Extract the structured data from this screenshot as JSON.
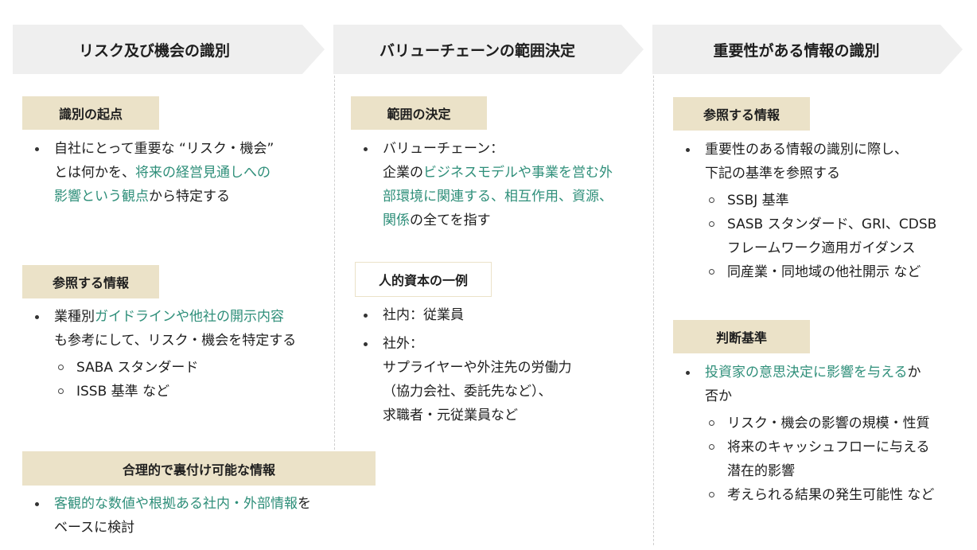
{
  "steps": [
    "リスク及び機会の識別",
    "バリューチェーンの範囲決定",
    "重要性がある情報の識別"
  ],
  "col1": {
    "tag1": "識別の起点",
    "b1": {
      "l1": "自社にとって重要な “リスク・機会”",
      "l2a": "とは何かを、",
      "l2b": "将来の経営見通しへの",
      "l3a": "影響という観点",
      "l3b": "から特定する"
    },
    "tag2": "参照する情報",
    "b2": {
      "l1a": "業種別",
      "l1b": "ガイドラインや他社の開示内容",
      "l2": "も参考にして、リスク・機会を特定する"
    },
    "subs": [
      "SABA スタンダード",
      "ISSB 基準 など"
    ],
    "tag3": "合理的で裏付け可能な情報",
    "b3": {
      "l1a": "客観的な数値や根拠ある社内・外部情報",
      "l1b": "を",
      "l2": "ベースに検討"
    }
  },
  "col2": {
    "tag1": "範囲の決定",
    "b1": {
      "l1": "バリューチェーン：",
      "l2a": "企業の",
      "l2b": "ビジネスモデルや事業を営む外",
      "l3": "部環境に関連する、相互作用、資源、",
      "l4a": "関係",
      "l4b": "の全てを指す"
    },
    "tag2": "人的資本の一例",
    "b2": "社内：従業員",
    "b3": {
      "l1": "社外：",
      "l2": "サプライヤーや外注先の労働力",
      "l3": "（協力会社、委託先など）、",
      "l4": "求職者・元従業員など"
    }
  },
  "col3": {
    "tag1": "参照する情報",
    "b1": {
      "l1": "重要性のある情報の識別に際し、",
      "l2": "下記の基準を参照する"
    },
    "subs1": [
      [
        "SSBJ 基準"
      ],
      [
        "SASB スタンダード、GRI、CDSB",
        "フレームワーク適用ガイダンス"
      ],
      [
        "同産業・同地域の他社開示 など"
      ]
    ],
    "tag2": "判断基準",
    "b2": {
      "l1a": "投資家の意思決定に影響を与える",
      "l1b": "か",
      "l2": "否か"
    },
    "subs2": [
      [
        "リスク・機会の影響の規模・性質"
      ],
      [
        "将来のキャッシュフローに与える",
        "潜在的影響"
      ],
      [
        "考えられる結果の発生可能性 など"
      ]
    ]
  },
  "colors": {
    "step_bg": "#efefef",
    "tag_bg": "#ebe2c8",
    "highlight": "#2f8f7a"
  }
}
